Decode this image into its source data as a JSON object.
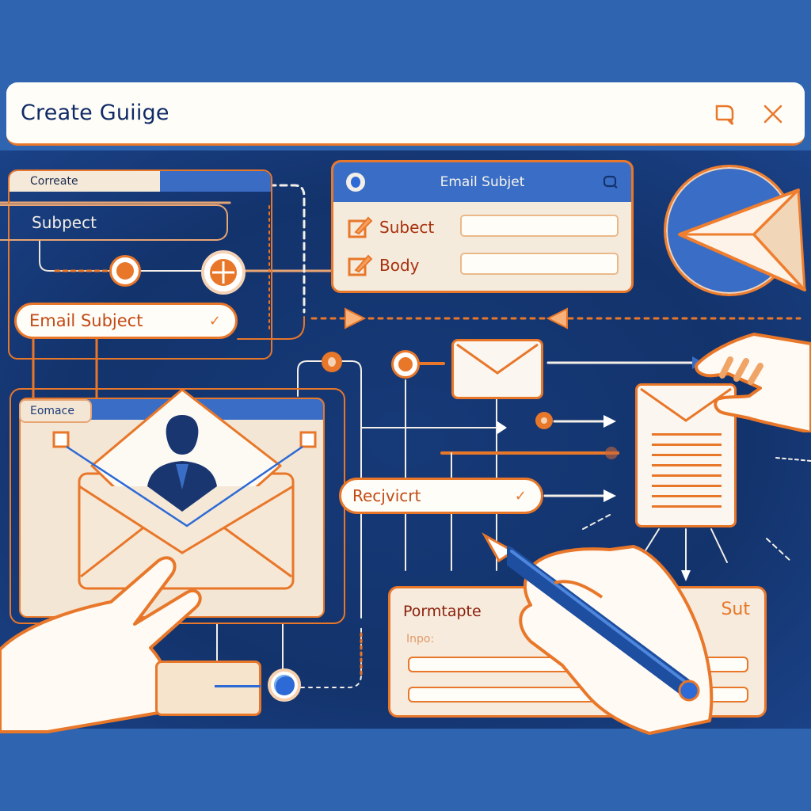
{
  "window": {
    "title": "Create  Guiige",
    "actions": [
      {
        "name": "chat-icon",
        "glyph": "chat-bubble"
      },
      {
        "name": "close-icon",
        "glyph": "×"
      }
    ]
  },
  "colors": {
    "background": "#2f64b0",
    "board": "#13336c",
    "accent_orange": "#e8772a",
    "panel_cream": "#f5ebdd",
    "header_blue": "#3a6ec6",
    "label_red": "#a8300d"
  },
  "left_panel": {
    "tab_label": "Correate",
    "subject_label": "Subpect",
    "email_subject_pill": {
      "label": "Email Subject",
      "icon": "check-icon"
    }
  },
  "email_form": {
    "header": "Email Subjet",
    "header_left_icon": "radio-icon",
    "header_right_icon": "search-icon",
    "rows": [
      {
        "label": "Subect",
        "icon": "edit-checkbox-icon",
        "value": ""
      },
      {
        "label": "Body",
        "icon": "edit-checkbox-icon",
        "value": ""
      }
    ]
  },
  "send_button": {
    "icon": "send-arrow-icon"
  },
  "compose_window": {
    "tab_label": "Eomace",
    "icon": "envelope-with-person-icon"
  },
  "recipient_pill": {
    "label": "Recjvicrt",
    "icon": "check-icon"
  },
  "prompt_panel": {
    "title": "Pormtapte",
    "submit": "Sut",
    "input_label": "Inpo:",
    "inputs": [
      "",
      ""
    ]
  },
  "document": {
    "icon": "document-envelope-icon",
    "line_count": 8
  }
}
